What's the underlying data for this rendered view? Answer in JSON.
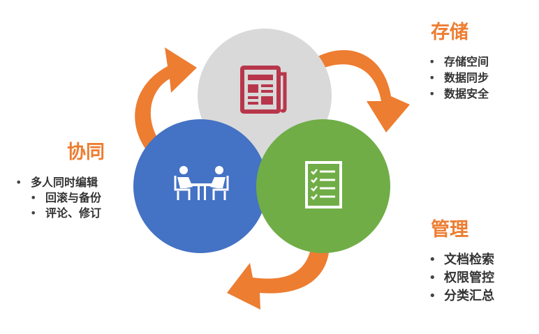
{
  "colors": {
    "arrow": "#ED7D31",
    "storage_circle": "#D9D9D9",
    "storage_icon": "#B8364A",
    "collaboration_circle": "#4472C4",
    "management_circle": "#70AD47",
    "heading": "#ED7D31"
  },
  "icons": {
    "storage": "newspaper-icon",
    "collaboration": "meeting-icon",
    "management": "checklist-icon"
  },
  "storage": {
    "title": "存储",
    "items": [
      "存储空间",
      "数据同步",
      "数据安全"
    ]
  },
  "management": {
    "title": "管理",
    "items": [
      "文档检索",
      "权限管控",
      "分类汇总"
    ]
  },
  "collaboration": {
    "title": "协同",
    "items": [
      "多人同时编辑",
      "回滚与备份",
      "评论、修订"
    ]
  }
}
